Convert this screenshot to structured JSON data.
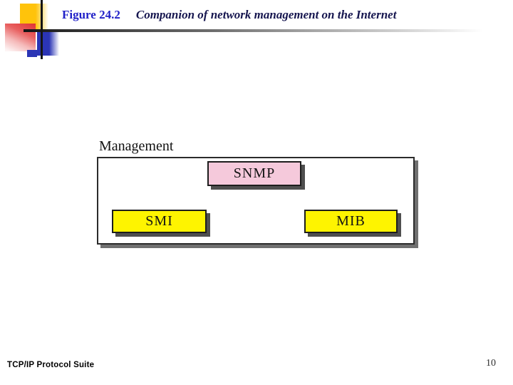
{
  "header": {
    "figure_label": "Figure 24.2",
    "title": "Companion of network management on the Internet"
  },
  "diagram": {
    "label": "Management",
    "boxes": [
      {
        "label": "SNMP",
        "fill": "#F5C9DB"
      },
      {
        "label": "SMI",
        "fill": "#FEF400"
      },
      {
        "label": "MIB",
        "fill": "#FEF400"
      }
    ],
    "outer_border_color": "#2B2B2B",
    "box_shadow_color": "#4F4F4F"
  },
  "footer": {
    "left": "TCP/IP Protocol Suite",
    "page_number": "10"
  },
  "colors": {
    "figure_label_blue": "#2121C8",
    "title_navy": "#16164F",
    "snmp_pink": "#F5C9DB",
    "box_yellow": "#FEF400",
    "logo_yellow": "#FFC30B",
    "logo_red": "#E03333",
    "logo_blue": "#2B35B5",
    "rule_dark": "#141414"
  }
}
